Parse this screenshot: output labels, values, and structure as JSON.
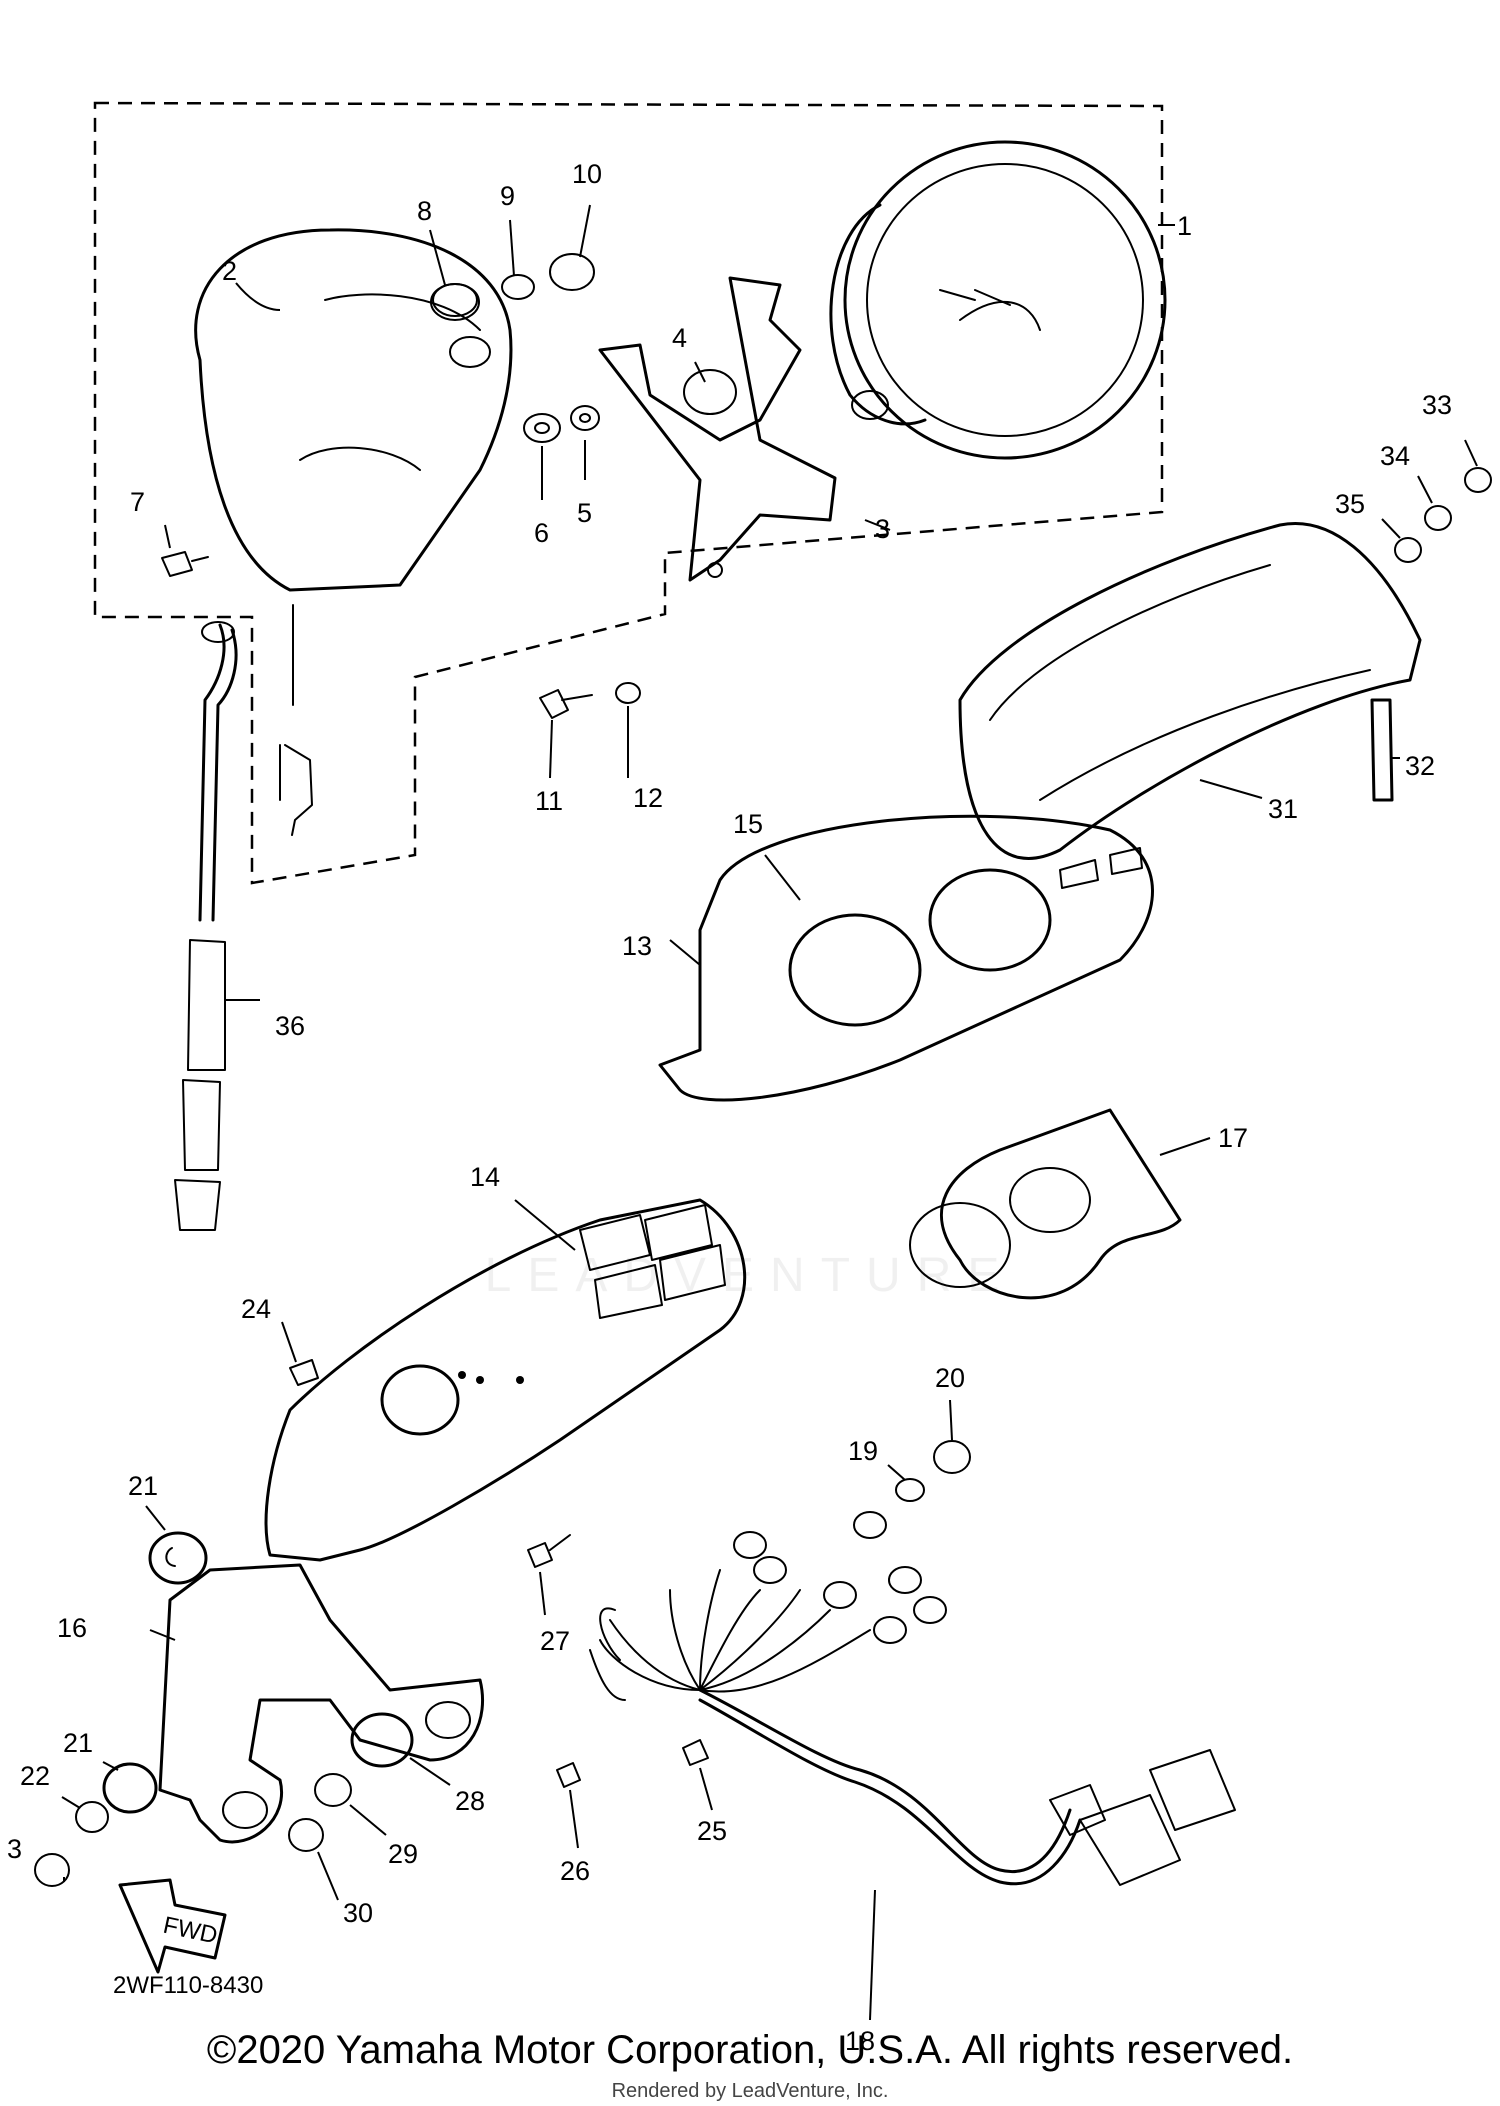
{
  "diagram": {
    "code": "2WF110-8430",
    "copyright": "©2020 Yamaha Motor Corporation, U.S.A. All rights reserved.",
    "render_credit": "Rendered by LeadVenture, Inc.",
    "watermark": "LEADVENTURE",
    "forward_label": "FWD",
    "callouts": {
      "c1": "1",
      "c2": "2",
      "c3a": "3",
      "c3b": "3",
      "c4": "4",
      "c5": "5",
      "c6": "6",
      "c7": "7",
      "c8": "8",
      "c9": "9",
      "c10": "10",
      "c11": "11",
      "c12": "12",
      "c13": "13",
      "c14": "14",
      "c15": "15",
      "c16": "16",
      "c17": "17",
      "c18": "18",
      "c19": "19",
      "c20": "20",
      "c21a": "21",
      "c21b": "21",
      "c22": "22",
      "c24": "24",
      "c25": "25",
      "c26": "26",
      "c27": "27",
      "c28": "28",
      "c29": "29",
      "c30": "30",
      "c31": "31",
      "c32": "32",
      "c33": "33",
      "c34": "34",
      "c35": "35",
      "c36": "36"
    }
  }
}
